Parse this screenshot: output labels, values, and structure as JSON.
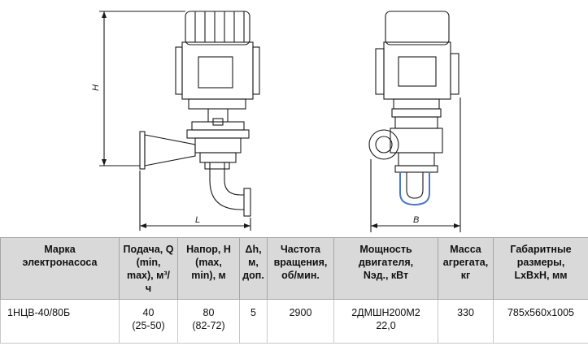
{
  "drawings": {
    "front_view_labels": {
      "height": "H",
      "length": "L"
    },
    "side_view_labels": {
      "width": "B"
    }
  },
  "table": {
    "headers": [
      [
        "Марка",
        "электронасоса"
      ],
      [
        "Подача, Q",
        "(min,",
        "max), м³/",
        "ч"
      ],
      [
        "Напор, Н",
        "(max,",
        "min), м"
      ],
      [
        "Δh,",
        "м,",
        "доп."
      ],
      [
        "Частота",
        "вращения,",
        "об/мин."
      ],
      [
        "Мощность",
        "двигателя,",
        "Nэд., кВт"
      ],
      [
        "Масса",
        "агрегата,",
        "кг"
      ],
      [
        "Габаритные",
        "размеры,",
        "LxBxH, мм"
      ]
    ],
    "rows": [
      [
        [
          "1НЦВ-40/80Б"
        ],
        [
          "40",
          "(25-50)"
        ],
        [
          "80",
          "(82-72)"
        ],
        [
          "5"
        ],
        [
          "2900"
        ],
        [
          "2ДМШН200М2",
          "22,0"
        ],
        [
          "330"
        ],
        [
          "785x560x1005"
        ]
      ]
    ]
  }
}
